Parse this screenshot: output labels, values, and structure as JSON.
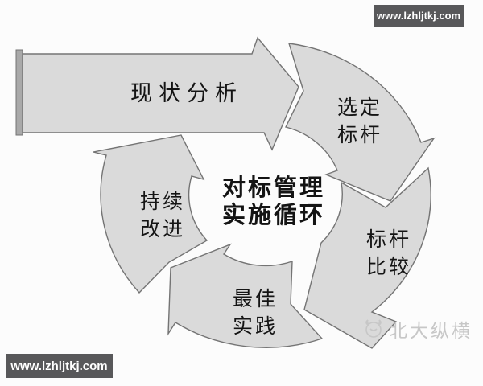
{
  "page": {
    "background": "#fcfcfc"
  },
  "watermarks": {
    "top_right_url": "www.lzhljtkj.com",
    "bottom_left_url": "www.lzhljtkj.com",
    "brand": {
      "name": "北大纵横",
      "icon": "goat-head-logo"
    }
  },
  "diagram": {
    "type": "cycle",
    "title": {
      "line1": "对标管理",
      "line2": "实施循环"
    },
    "steps": [
      {
        "id": "status-analysis",
        "shape": "straight-arrow",
        "lines": [
          "现状分析"
        ]
      },
      {
        "id": "select-benchmark",
        "shape": "curved-arrow",
        "lines": [
          "选定",
          "标杆"
        ]
      },
      {
        "id": "benchmark-compare",
        "shape": "curved-arrow",
        "lines": [
          "标杆",
          "比较"
        ]
      },
      {
        "id": "best-practice",
        "shape": "curved-arrow",
        "lines": [
          "最佳",
          "实践"
        ]
      },
      {
        "id": "continuous-improve",
        "shape": "curved-arrow",
        "lines": [
          "持续",
          "改进"
        ]
      }
    ],
    "colors": {
      "arrow_fill": "#dadada",
      "arrow_stroke": "#747474",
      "url_bar_bg": "#58585a",
      "url_bar_text": "#ffffff",
      "brand_gray": "#c7c7c7",
      "label_text": "#141414"
    }
  }
}
